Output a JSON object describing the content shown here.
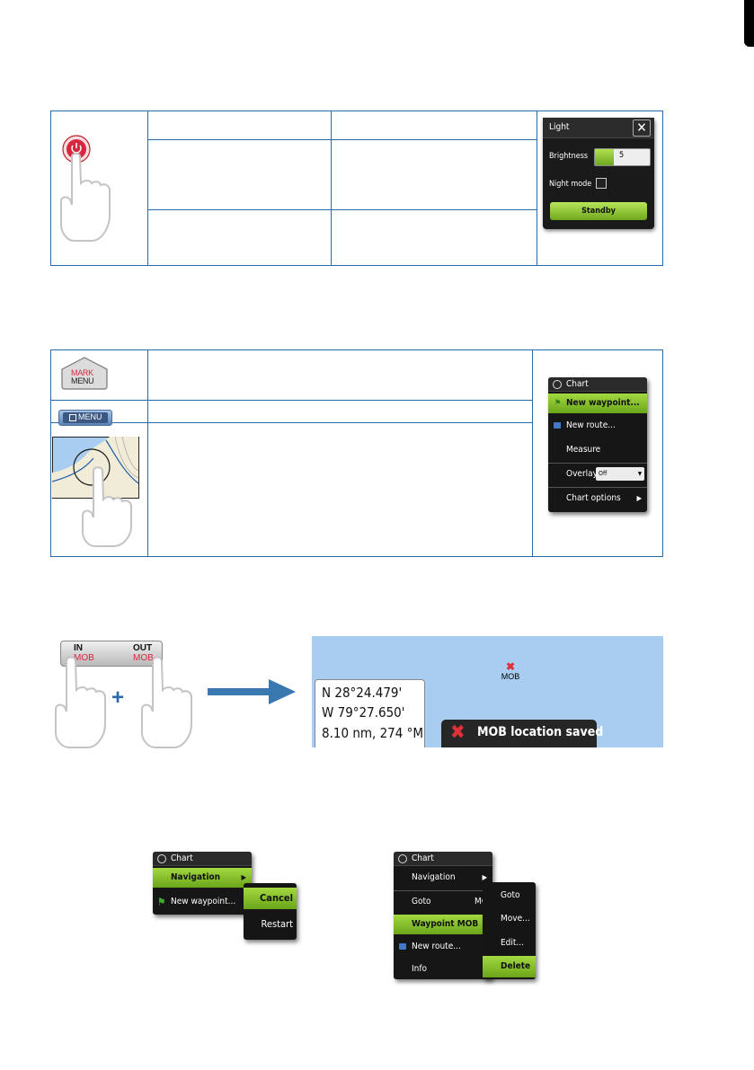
{
  "light_dialog": {
    "title": "Light",
    "brightness_label": "Brightness",
    "brightness_value": "5",
    "brightness_level": 0.35,
    "night_mode_label": "Night mode",
    "standby_label": "Standby"
  },
  "mark_key": {
    "line1": "MARK",
    "line2": "MENU"
  },
  "menu_key": {
    "label": "MENU"
  },
  "chart_menu": {
    "title": "Chart",
    "items": [
      "New waypoint...",
      "New route...",
      "Measure",
      "Overlay",
      "Chart options"
    ],
    "overlay_value": "Off"
  },
  "mob_keys": {
    "in_top": "IN",
    "in_bottom": "MOB",
    "out_top": "OUT",
    "out_bottom": "MOB",
    "plus": "+"
  },
  "mob_screen": {
    "marker_label": "MOB",
    "lat": "N 28°24.479'",
    "lon": "W 79°27.650'",
    "range": "8.10 nm, 274 °M",
    "saved_message": "MOB location saved"
  },
  "nav_menu": {
    "title": "Chart",
    "navigation_label": "Navigation",
    "new_waypoint_label": "New waypoint...",
    "submenu": [
      "Cancel",
      "Restart"
    ]
  },
  "mob_menu": {
    "title": "Chart",
    "items": [
      "Navigation",
      "Goto",
      "Waypoint MOB",
      "New route...",
      "Info"
    ],
    "goto_suffix": "MO",
    "submenu": [
      "Goto",
      "Move...",
      "Edit...",
      "Delete"
    ]
  },
  "colors": {
    "accent_green": "#8cc63f",
    "frame_blue": "#2b6aa8",
    "power_red": "#d8263f",
    "mob_red": "#e0303a",
    "sea_blue": "#a9cdf0"
  }
}
